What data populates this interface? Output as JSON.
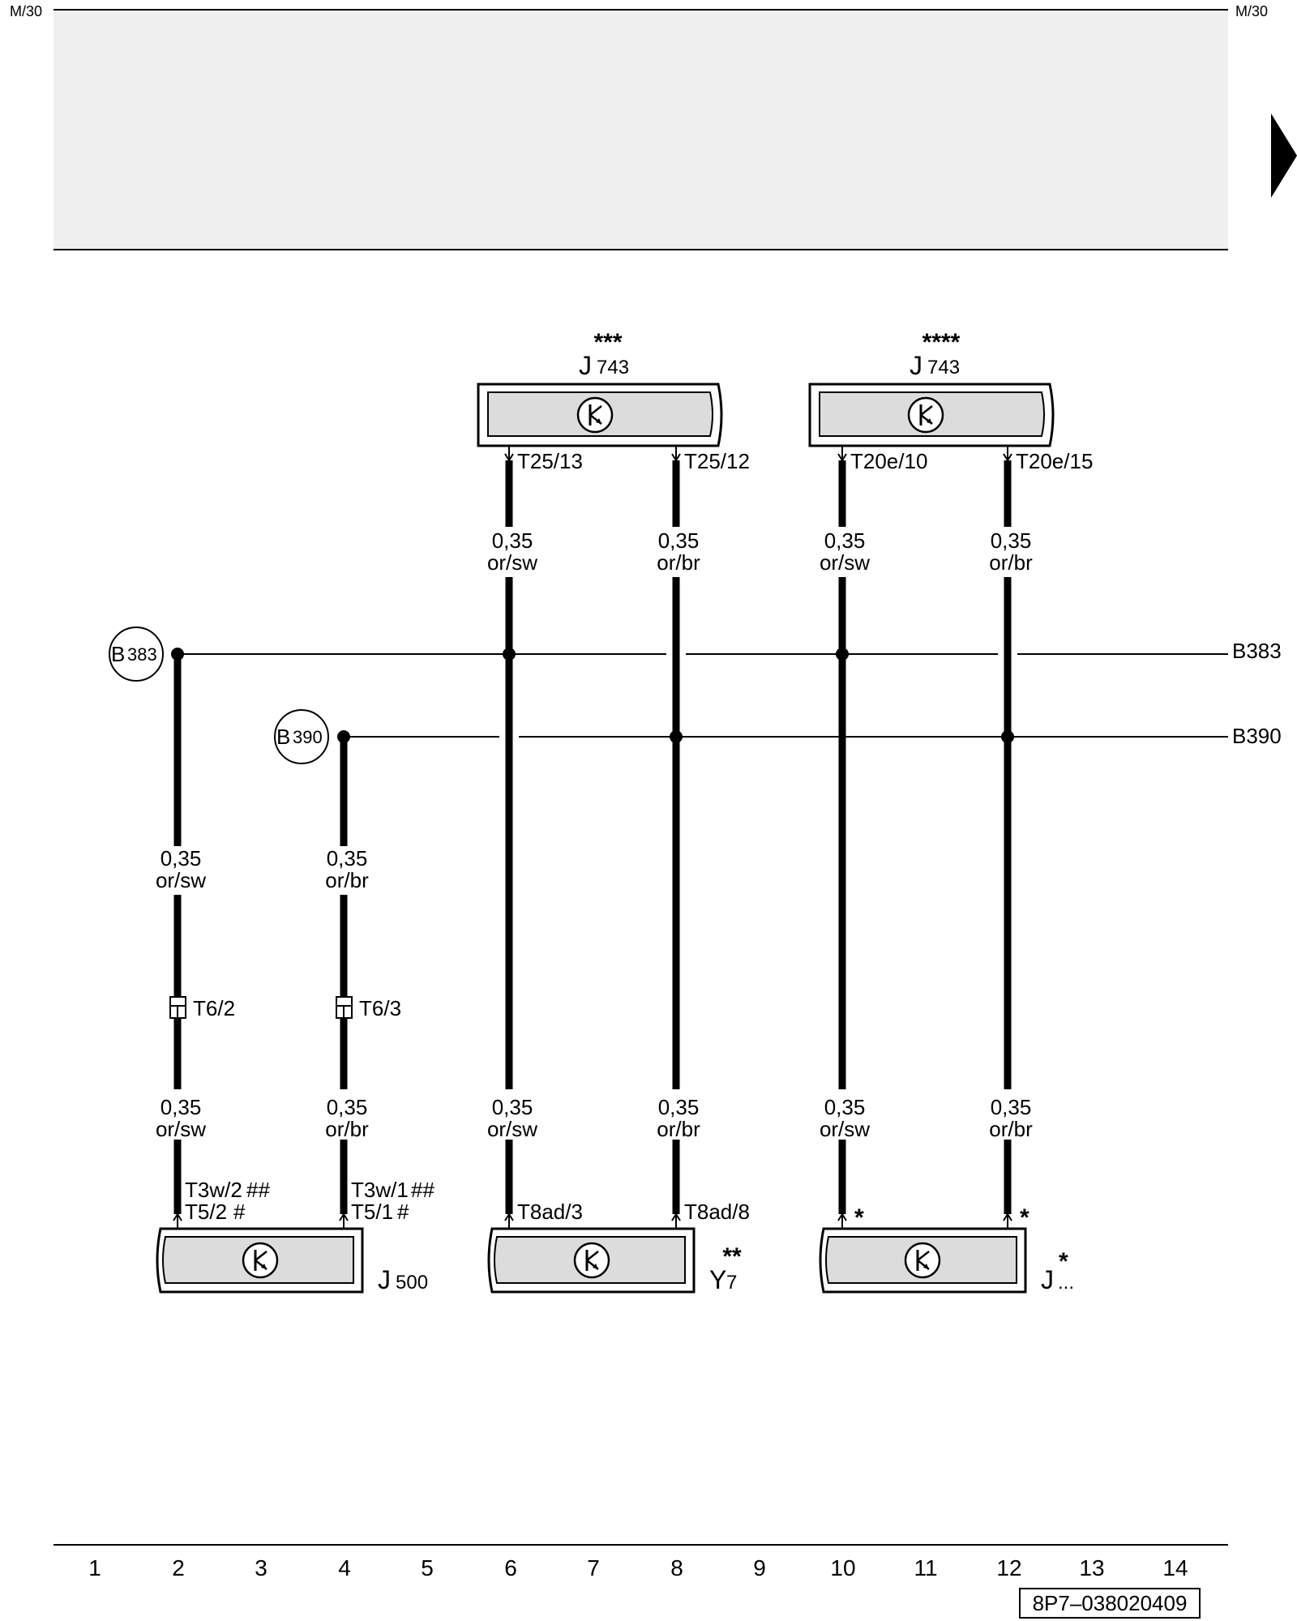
{
  "header": {
    "left_ref": "M/30",
    "right_ref": "M/30"
  },
  "components": {
    "j743a": {
      "stars": "***",
      "letter": "J",
      "number": "743",
      "pin_left": "T25/13",
      "pin_right": "T25/12"
    },
    "j743b": {
      "stars": "****",
      "letter": "J",
      "number": "743",
      "pin_left": "T20e/10",
      "pin_right": "T20e/15"
    },
    "j500": {
      "letter": "J",
      "number": "500",
      "pin_left_a": "T3w/2",
      "pin_left_a_mark": "##",
      "pin_left_b": "T5/2",
      "pin_left_b_mark": "#",
      "pin_right_a": "T3w/1",
      "pin_right_a_mark": "##",
      "pin_right_b": "T5/1",
      "pin_right_b_mark": "#"
    },
    "y7": {
      "stars": "**",
      "letter": "Y",
      "number": "7",
      "pin_left": "T8ad/3",
      "pin_right": "T8ad/8"
    },
    "jx": {
      "star": "*",
      "letter": "J",
      "number": "...",
      "pin_left_star": "*",
      "pin_right_star": "*"
    }
  },
  "connectors": {
    "t62": "T6/2",
    "t63": "T6/3"
  },
  "splices": {
    "b383": {
      "letter": "B",
      "number": "383",
      "ref": "B383"
    },
    "b390": {
      "letter": "B",
      "number": "390",
      "ref": "B390"
    }
  },
  "wires": {
    "w6_top": {
      "size": "0,35",
      "color": "or/sw"
    },
    "w8_top": {
      "size": "0,35",
      "color": "or/br"
    },
    "w10_top": {
      "size": "0,35",
      "color": "or/sw"
    },
    "w12_top": {
      "size": "0,35",
      "color": "or/br"
    },
    "w2_mid": {
      "size": "0,35",
      "color": "or/sw"
    },
    "w4_mid": {
      "size": "0,35",
      "color": "or/br"
    },
    "w2_bot": {
      "size": "0,35",
      "color": "or/sw"
    },
    "w4_bot": {
      "size": "0,35",
      "color": "or/br"
    },
    "w6_bot": {
      "size": "0,35",
      "color": "or/sw"
    },
    "w8_bot": {
      "size": "0,35",
      "color": "or/br"
    },
    "w10_bot": {
      "size": "0,35",
      "color": "or/sw"
    },
    "w12_bot": {
      "size": "0,35",
      "color": "or/br"
    }
  },
  "grid_numbers": [
    "1",
    "2",
    "3",
    "4",
    "5",
    "6",
    "7",
    "8",
    "9",
    "10",
    "11",
    "12",
    "13",
    "14"
  ],
  "footer": {
    "diagram_code": "8P7–038020409"
  }
}
